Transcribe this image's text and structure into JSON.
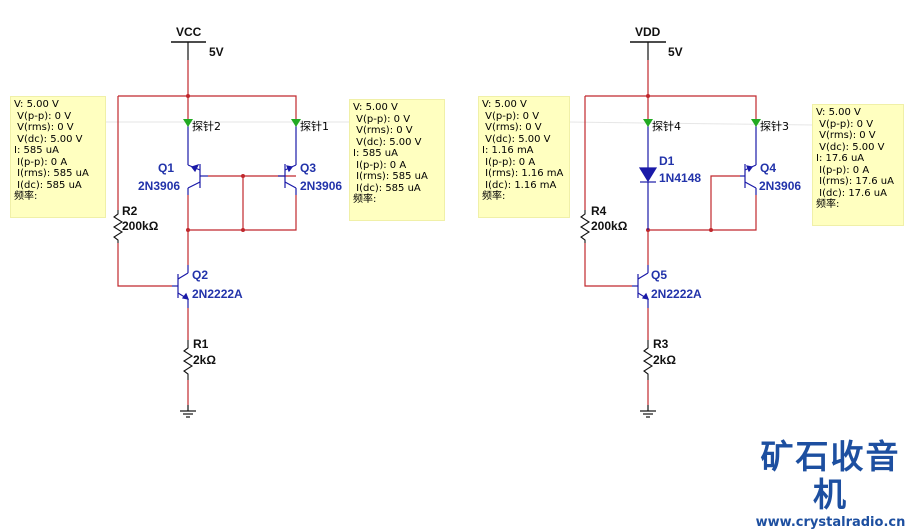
{
  "circuit_left": {
    "supply": {
      "name": "VCC",
      "value": "5V"
    },
    "components": {
      "q1": {
        "ref": "Q1",
        "model": "2N3906"
      },
      "q3": {
        "ref": "Q3",
        "model": "2N3906"
      },
      "q2": {
        "ref": "Q2",
        "model": "2N2222A"
      },
      "r2": {
        "ref": "R2",
        "value": "200kΩ"
      },
      "r1": {
        "ref": "R1",
        "value": "2kΩ"
      }
    },
    "probes": {
      "probe2": {
        "label": "探针2"
      },
      "probe1": {
        "label": "探针1"
      }
    },
    "measurements": {
      "probe2": [
        "V: 5.00 V",
        " V(p-p): 0 V",
        " V(rms): 0 V",
        " V(dc): 5.00 V",
        "I: 585 uA",
        " I(p-p): 0 A",
        " I(rms): 585 uA",
        " I(dc): 585 uA",
        "频率:"
      ],
      "probe1": [
        "V: 5.00 V",
        " V(p-p): 0 V",
        " V(rms): 0 V",
        " V(dc): 5.00 V",
        "I: 585 uA",
        " I(p-p): 0 A",
        " I(rms): 585 uA",
        " I(dc): 585 uA",
        "频率:"
      ]
    }
  },
  "circuit_right": {
    "supply": {
      "name": "VDD",
      "value": "5V"
    },
    "components": {
      "d1": {
        "ref": "D1",
        "model": "1N4148"
      },
      "q4": {
        "ref": "Q4",
        "model": "2N3906"
      },
      "q5": {
        "ref": "Q5",
        "model": "2N2222A"
      },
      "r4": {
        "ref": "R4",
        "value": "200kΩ"
      },
      "r3": {
        "ref": "R3",
        "value": "2kΩ"
      }
    },
    "probes": {
      "probe4": {
        "label": "探针4"
      },
      "probe3": {
        "label": "探针3"
      }
    },
    "measurements": {
      "probe4": [
        "V: 5.00 V",
        " V(p-p): 0 V",
        " V(rms): 0 V",
        " V(dc): 5.00 V",
        "I: 1.16 mA",
        " I(p-p): 0 A",
        " I(rms): 1.16 mA",
        " I(dc): 1.16 mA",
        "频率:"
      ],
      "probe3": [
        "V: 5.00 V",
        " V(p-p): 0 V",
        " V(rms): 0 V",
        " V(dc): 5.00 V",
        "I: 17.6 uA",
        " I(p-p): 0 A",
        " I(rms): 17.6 uA",
        " I(dc): 17.6 uA",
        "频率:"
      ]
    }
  },
  "colors": {
    "wire": "#c0282d",
    "component": "#1a1aa8",
    "probe": "#22aa22",
    "label_blue": "#2233aa",
    "meter_bg": "#ffffc0"
  },
  "watermark": {
    "title": "矿石收音机",
    "url": "www.crystalradio.cn"
  }
}
